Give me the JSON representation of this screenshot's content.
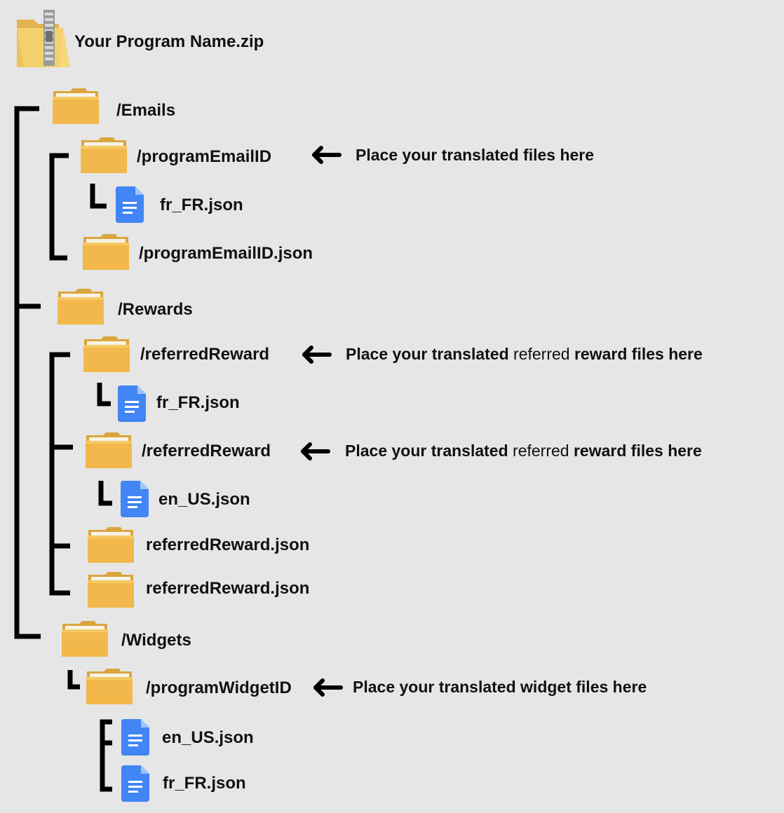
{
  "zip": {
    "name": "Your Program Name.zip",
    "icon": "zip-folder-icon"
  },
  "folders": {
    "emails": "/Emails",
    "program_email_id": "/programEmailID",
    "program_email_id_json": "/programEmailID.json",
    "rewards": "/Rewards",
    "referred_reward_1": "/referredReward",
    "referred_reward_2": "/referredReward",
    "referred_reward_json_1": "referredReward.json",
    "referred_reward_json_2": "referredReward.json",
    "widgets": "/Widgets",
    "program_widget_id": "/programWidgetID"
  },
  "files": {
    "email_fr": "fr_FR.json",
    "reward1_fr": "fr_FR.json",
    "reward2_en": "en_US.json",
    "widget_en": "en_US.json",
    "widget_fr": "fr_FR.json"
  },
  "notes": {
    "emails": "Place your translated files here",
    "reward1_prefix": "Place your translated ",
    "reward1_mid": "referred",
    "reward1_suffix": " reward files here",
    "reward2_prefix": "Place your translated ",
    "reward2_mid": "referred",
    "reward2_suffix": " reward files here",
    "widgets": "Place your translated widget files here"
  },
  "colors": {
    "background": "#e6e6e6",
    "folder": "#f2b84b",
    "doc": "#4285f4",
    "line": "#000000"
  }
}
